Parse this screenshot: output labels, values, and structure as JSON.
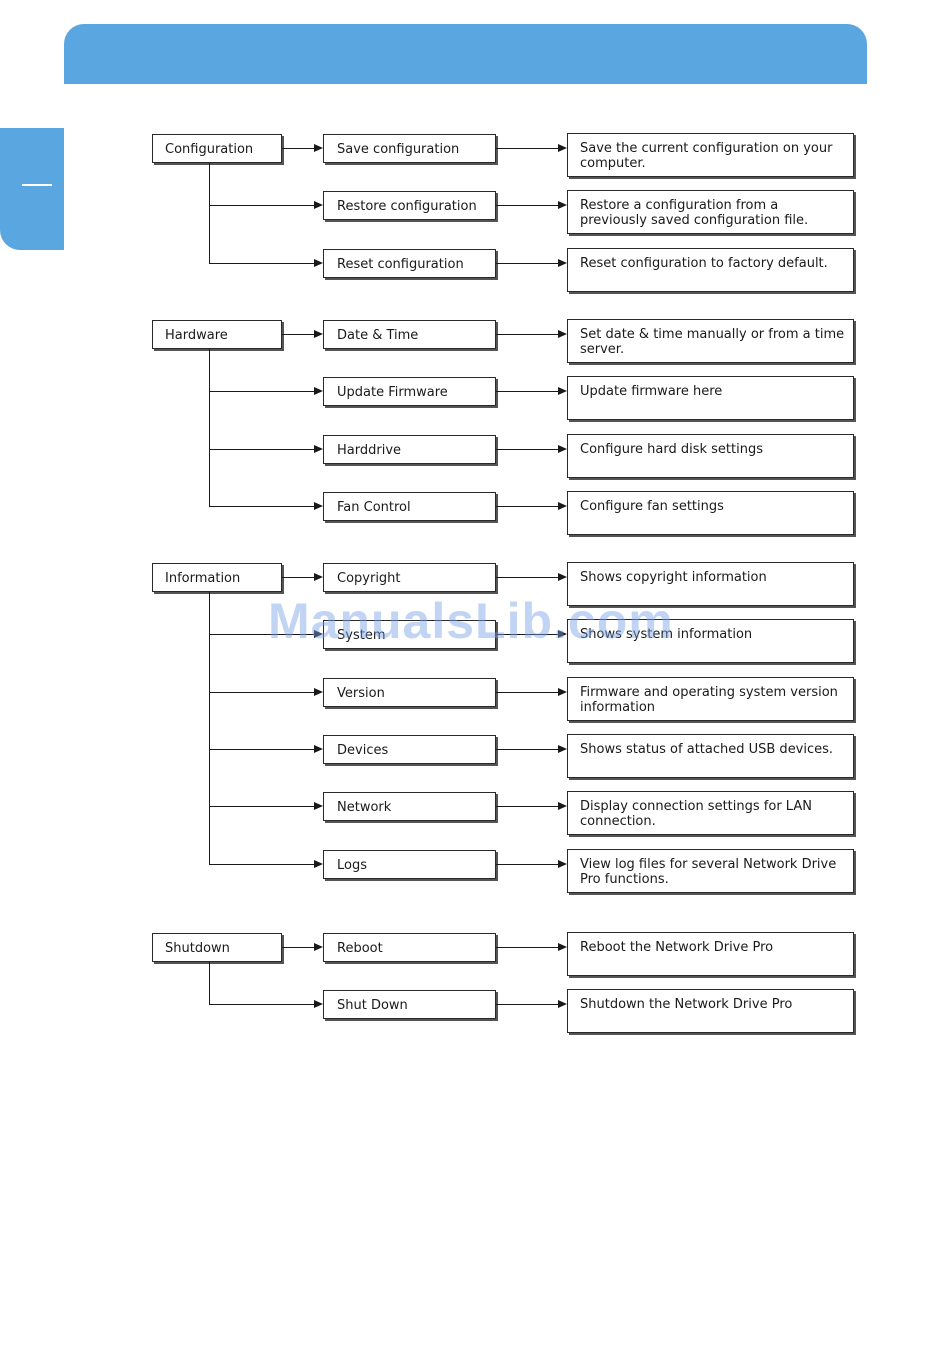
{
  "watermark": "ManualsLib.com",
  "groups": [
    {
      "category": "Configuration",
      "items": [
        {
          "label": "Save configuration",
          "desc": "Save the current configuration on your computer."
        },
        {
          "label": "Restore configuration",
          "desc": "Restore a configuration from a previously saved configuration file."
        },
        {
          "label": "Reset configuration",
          "desc": "Reset configuration to factory default."
        }
      ]
    },
    {
      "category": "Hardware",
      "items": [
        {
          "label": "Date & Time",
          "desc": "Set date & time manually or from a time server."
        },
        {
          "label": "Update Firmware",
          "desc": "Update firmware here"
        },
        {
          "label": "Harddrive",
          "desc": "Configure hard disk settings"
        },
        {
          "label": "Fan Control",
          "desc": "Configure fan settings"
        }
      ]
    },
    {
      "category": "Information",
      "items": [
        {
          "label": "Copyright",
          "desc": "Shows copyright information"
        },
        {
          "label": "System",
          "desc": "Shows system information"
        },
        {
          "label": "Version",
          "desc": "Firmware and operating system version information"
        },
        {
          "label": "Devices",
          "desc": "Shows status of attached USB devices."
        },
        {
          "label": "Network",
          "desc": "Display connection settings for LAN connection."
        },
        {
          "label": "Logs",
          "desc": "View log files for several Network Drive Pro functions."
        }
      ]
    },
    {
      "category": "Shutdown",
      "items": [
        {
          "label": "Reboot",
          "desc": "Reboot the Network Drive Pro"
        },
        {
          "label": "Shut Down",
          "desc": "Shutdown the Network Drive Pro"
        }
      ]
    }
  ]
}
